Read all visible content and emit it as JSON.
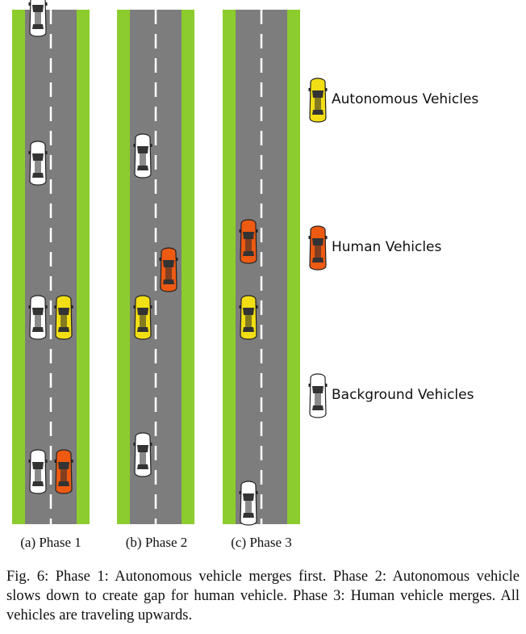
{
  "phases": [
    {
      "label": "(a) Phase 1"
    },
    {
      "label": "(b) Phase 2"
    },
    {
      "label": "(c) Phase 3"
    }
  ],
  "legend": [
    {
      "type": "autonomous",
      "label": "Autonomous Vehicles"
    },
    {
      "type": "human",
      "label": "Human Vehicles"
    },
    {
      "type": "background",
      "label": "Background Vehicles"
    }
  ],
  "caption": "Fig. 6: Phase 1: Autonomous vehicle merges first. Phase 2: Autonomous vehicle slows down to create gap for human vehicle. Phase 3: Human vehicle merges. All vehicles are traveling upwards.",
  "colors": {
    "grass": "#8ccc2e",
    "road": "#7d7d7d",
    "lane_marking": "#ffffff",
    "autonomous": "#f2de14",
    "human": "#ee5a12",
    "background": "#ffffff"
  }
}
